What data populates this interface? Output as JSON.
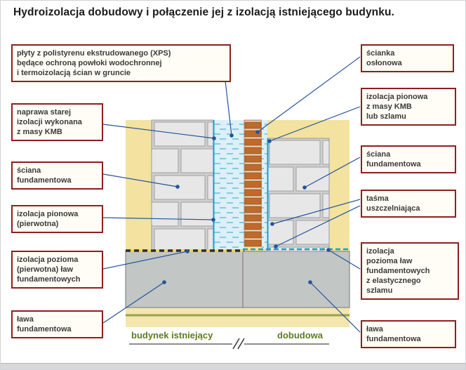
{
  "title": "Hydroizolacja dobudowy i połączenie jej z izolacją istniejącego budynku.",
  "labels_left": {
    "xps": "płyty z polistyrenu ekstrudowanego (XPS)\nbędące ochroną powłoki wodochronnej\ni termoizolacją ścian w gruncie",
    "naprawa": "naprawa starej\nizolacji wykonana\nz masy KMB",
    "sciana_fundamentowa": "ściana\nfundamentowa",
    "izolacja_pionowa_pierwotna": "izolacja pionowa\n(pierwotna)",
    "izolacja_pozioma_pierwotna": "izolacja pozioma\n(pierwotna) ław\nfundamentowych",
    "lawa_fundamentowa": "ława\nfundamentowa"
  },
  "labels_right": {
    "scianka_oslonowa": "ścianka\nosłonowa",
    "izolacja_pionowa_kmb": "izolacja pionowa\nz masy KMB\nlub szlamu",
    "sciana_fundamentowa": "ściana\nfundamentowa",
    "tasma_uszczelniajaca": "taśma\nuszczelniająca",
    "izolacja_pozioma_szlam": "izolacja\npozioma ław\nfundamentowych\nz elastycznego\nszlamu",
    "lawa_fundamentowa": "ława\nfundamentowa"
  },
  "footer": {
    "existing": "budynek istniejący",
    "extension": "dobudowa"
  },
  "colors": {
    "label_border": "#8e1f1f",
    "soil": "#f3e2a0",
    "brick": "#bf6a2b",
    "hatch_blue": "#6fc2de",
    "insulation_teal": "#06a7c4",
    "leader_line": "#24549c",
    "footer_green": "#5c7c1e",
    "footing_gray": "#c2c6c4"
  }
}
